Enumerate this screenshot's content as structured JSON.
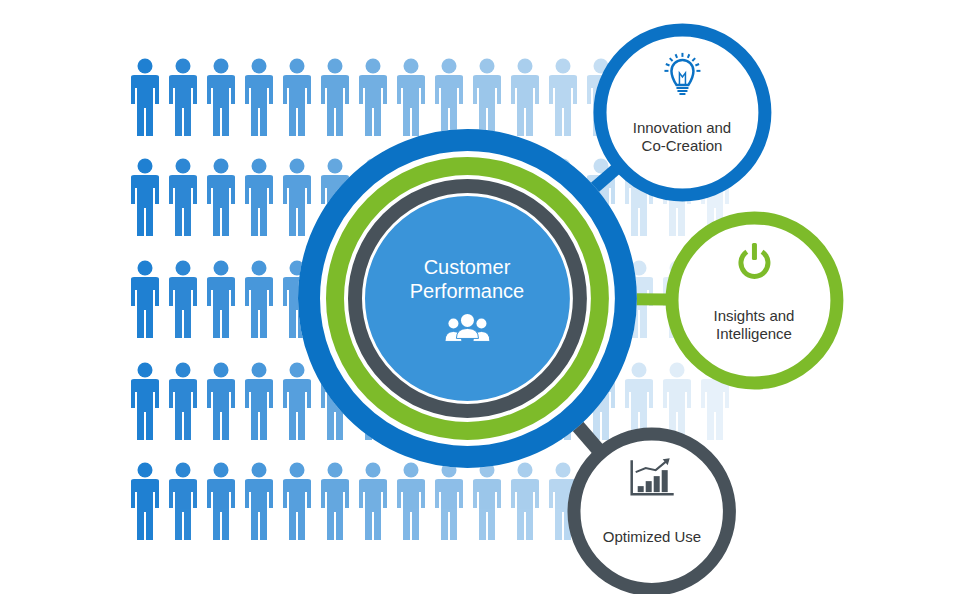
{
  "diagram": {
    "nodes": [
      {
        "text": [
          "Customer Performance"
        ]
      },
      {
        "text": [
          "Innovation and Co-Creation"
        ]
      },
      {
        "text": [
          "Insights and Intelligence"
        ]
      },
      {
        "text": [
          "Optimized Use"
        ]
      }
    ],
    "edges": [
      {
        "from": 0,
        "to": 1,
        "arrow": "none"
      },
      {
        "from": 0,
        "to": 2,
        "arrow": "none"
      },
      {
        "from": 0,
        "to": 3,
        "arrow": "none"
      }
    ]
  }
}
